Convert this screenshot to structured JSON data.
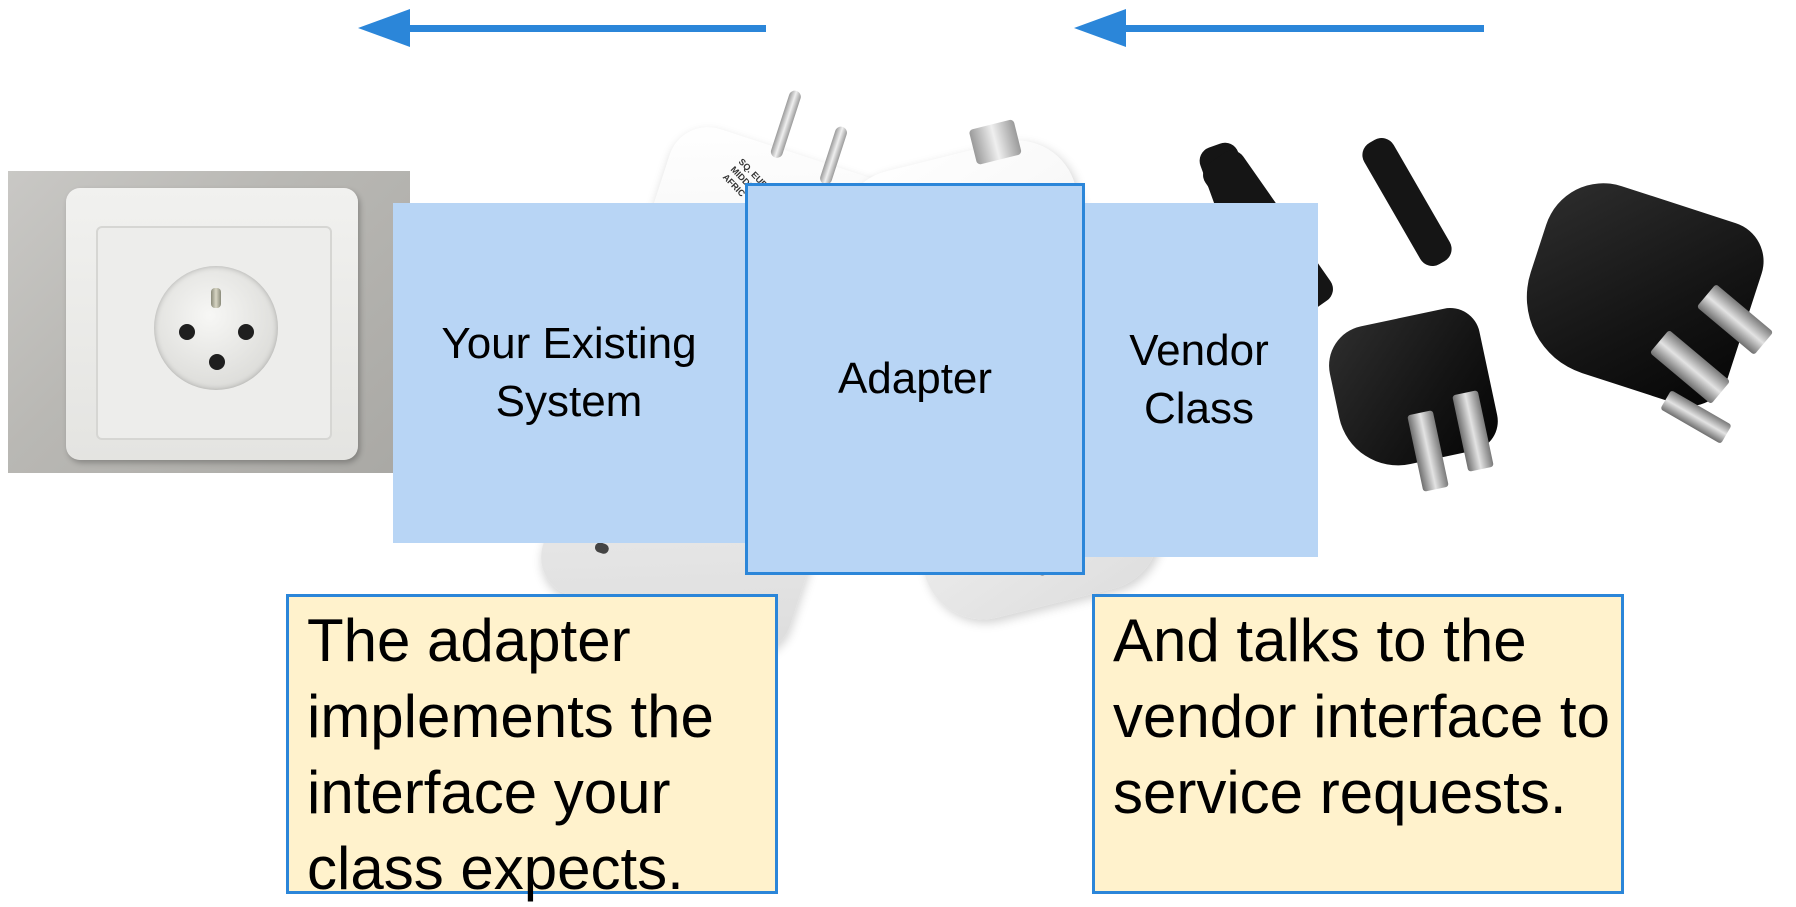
{
  "diagram": {
    "boxes": {
      "existing_system": "Your Existing\nSystem",
      "adapter": "Adapter",
      "vendor_class": "Vendor\nClass"
    },
    "notes": {
      "left": "The adapter implements the interface your class expects.",
      "right": "And talks to the vendor interface to service requests."
    }
  },
  "images": {
    "outlet": "wall-outlet-photo",
    "adapters": "travel-adapter-photo",
    "cord": "power-cord-photo"
  },
  "colors": {
    "arrow": "#2b86d9",
    "box_fill": "#b8d5f5",
    "note_fill": "#fff2cc",
    "border": "#2b86d9"
  },
  "adapter_print_text": "SQ. EUROPE\nMIDDLE EA\nAFRIC"
}
